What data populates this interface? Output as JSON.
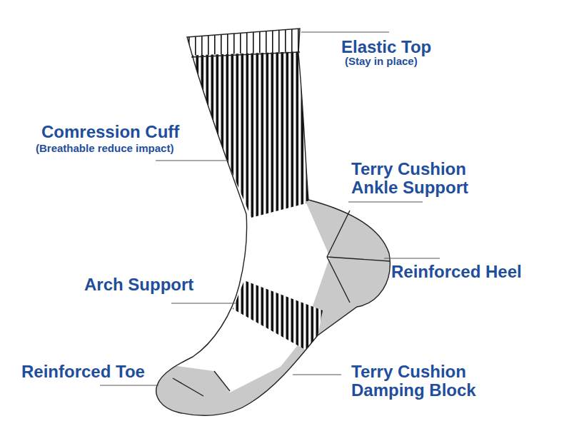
{
  "diagram": {
    "labels": [
      "Elastic Top",
      "(Stay in place)",
      "Comression Cuff",
      "(Breathable reduce impact)",
      "Terry Cushion Ankle Support",
      "Reinforced Heel",
      "Arch Support",
      "Reinforced Toe",
      "Terry Cushion Damping Block"
    ]
  }
}
